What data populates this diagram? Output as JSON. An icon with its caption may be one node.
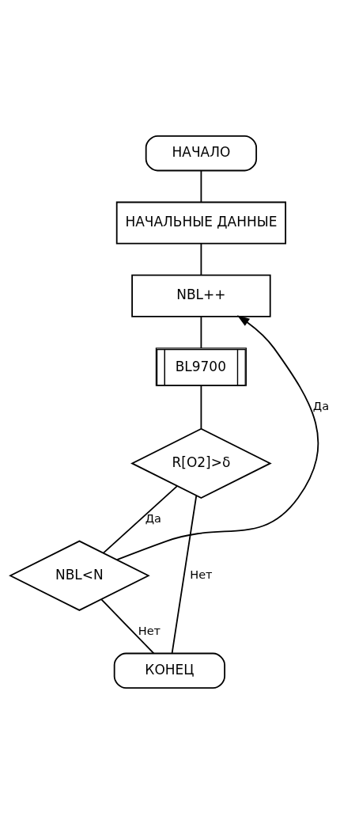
{
  "diagram": {
    "nodes": [
      {
        "text": [
          "НАЧАЛО"
        ]
      },
      {
        "text": [
          "НАЧАЛЬНЫЕ ДАННЫЕ"
        ]
      },
      {
        "text": [
          "NBL++"
        ]
      },
      {
        "text": [
          "BL9700"
        ]
      },
      {
        "text": [
          "R[O2]>δ"
        ]
      },
      {
        "text": [
          "NBL<N"
        ]
      },
      {
        "text": [
          "КОНЕЦ"
        ]
      }
    ],
    "edges": [
      {
        "from": 0,
        "to": 1,
        "arrow": "none"
      },
      {
        "from": 1,
        "to": 2,
        "arrow": "none"
      },
      {
        "from": 2,
        "to": 3,
        "arrow": "none"
      },
      {
        "from": 3,
        "to": 4,
        "arrow": "none"
      },
      {
        "from": 4,
        "to": 5,
        "arrow": "none",
        "label": "Да"
      },
      {
        "from": 5,
        "to": 2,
        "arrow": "to",
        "label": "Да"
      },
      {
        "from": 4,
        "to": 6,
        "arrow": "none",
        "label": "Нет"
      },
      {
        "from": 5,
        "to": 6,
        "arrow": "none",
        "label": "Нет"
      }
    ]
  }
}
